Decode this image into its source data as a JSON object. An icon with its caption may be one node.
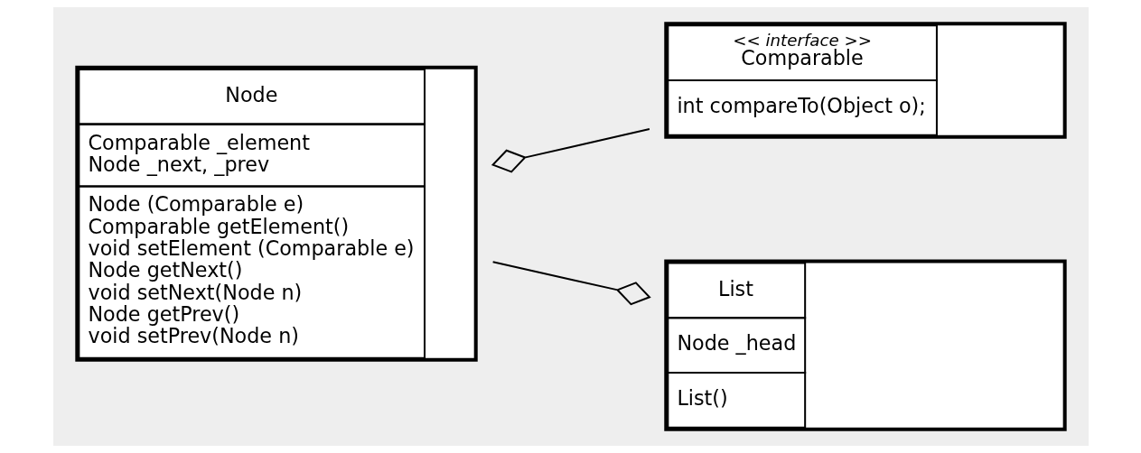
{
  "diagram": {
    "nodes": [
      {
        "text": [
          "Node",
          "Comparable _element",
          "Node _next, _prev",
          "Node (Comparable e)",
          "Comparable getElement()",
          "void setElement (Comparable e)",
          "Node getNext()",
          "void setNext(Node n)",
          "Node getPrev()",
          "void setPrev(Node n)"
        ]
      },
      {
        "text": [
          "<< interface >>",
          "Comparable",
          "int compareTo(Object o);"
        ]
      },
      {
        "text": [
          "List",
          "Node _head",
          "List()"
        ]
      }
    ],
    "edges": [
      {
        "from": 1,
        "to": 0,
        "arrow": "other"
      },
      {
        "from": 0,
        "to": 2,
        "arrow": "other"
      }
    ]
  }
}
